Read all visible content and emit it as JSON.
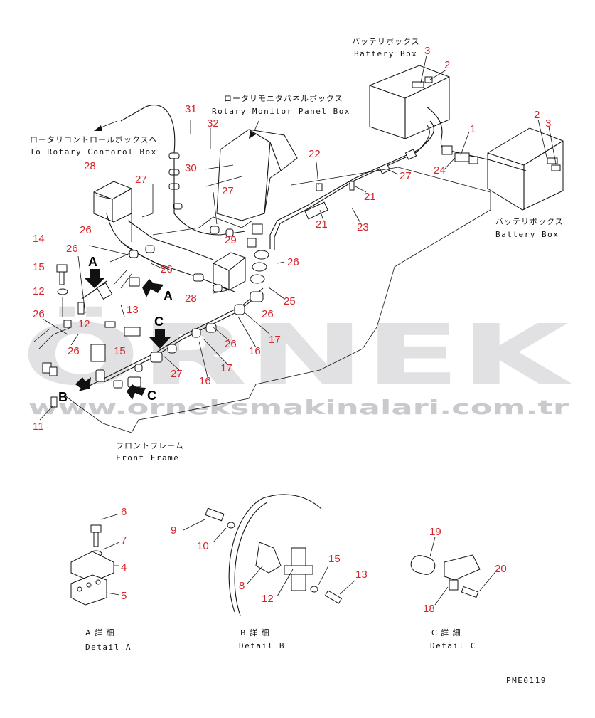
{
  "labels": {
    "battery_box_top_jp": "バッテリボックス",
    "battery_box_top_en": "Battery Box",
    "rotary_monitor_jp": "ロータリモニタパネルボックス",
    "rotary_monitor_en": "Rotary Monitor Panel Box",
    "rotary_control_jp": "ロータリコントロールボックスへ",
    "rotary_control_en": "To Rotary Contorol Box",
    "battery_box_right_jp": "バッテリボックス",
    "battery_box_right_en": "Battery Box",
    "front_frame_jp": "フロントフレーム",
    "front_frame_en": "Front Frame",
    "detail_a_jp": "A 詳 細",
    "detail_a_en": "Detail A",
    "detail_b_jp": "B 詳 細",
    "detail_b_en": "Detail B",
    "detail_c_jp": "C 詳 細",
    "detail_c_en": "Detail C",
    "drawing_code": "PME0119"
  },
  "view_markers": [
    "A",
    "A",
    "B",
    "C",
    "C"
  ],
  "callouts": [
    "1",
    "2",
    "3",
    "2",
    "3",
    "4",
    "5",
    "6",
    "7",
    "8",
    "9",
    "10",
    "11",
    "12",
    "12",
    "12",
    "13",
    "13",
    "14",
    "15",
    "15",
    "15",
    "16",
    "16",
    "17",
    "17",
    "18",
    "19",
    "20",
    "21",
    "21",
    "22",
    "23",
    "24",
    "25",
    "26",
    "26",
    "26",
    "26",
    "26",
    "26",
    "26",
    "26",
    "27",
    "27",
    "27",
    "27",
    "28",
    "28",
    "29",
    "30",
    "31",
    "32"
  ],
  "watermark": {
    "brand": "ÖRNEK",
    "url": "www.orneksmakinalari.com.tr"
  }
}
